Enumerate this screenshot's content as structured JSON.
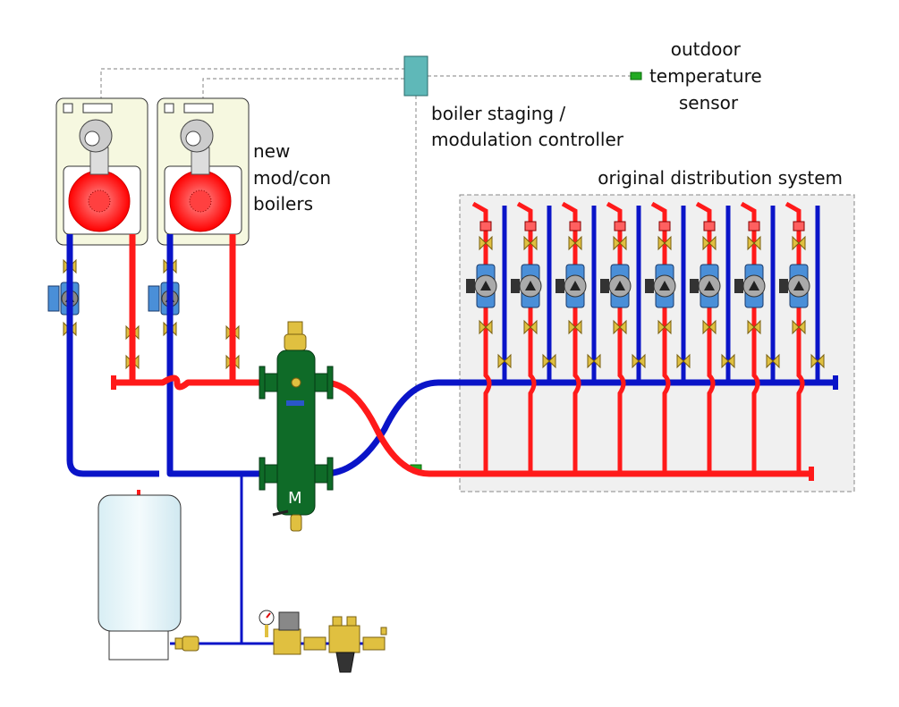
{
  "labels": {
    "outdoor_sensor": [
      "outdoor",
      "temperature",
      "sensor"
    ],
    "controller": [
      "boiler staging /",
      "modulation controller"
    ],
    "boilers": [
      "new",
      "mod/con",
      "boilers"
    ],
    "distribution": "original distribution system"
  },
  "colors": {
    "supply": "#ff1a1a",
    "return": "#0a14c8",
    "separator": "#0f6b28",
    "controller": "#5fb8b8",
    "sensor": "#22aa22",
    "brass": "#e0c040",
    "pump_blue": "#4a8fd8",
    "tank": "#e6f4f8",
    "boiler_cabinet": "#f6f8e0",
    "zone_box": "#f0f0f0"
  },
  "separator_badge": "M",
  "zone_count": 8
}
